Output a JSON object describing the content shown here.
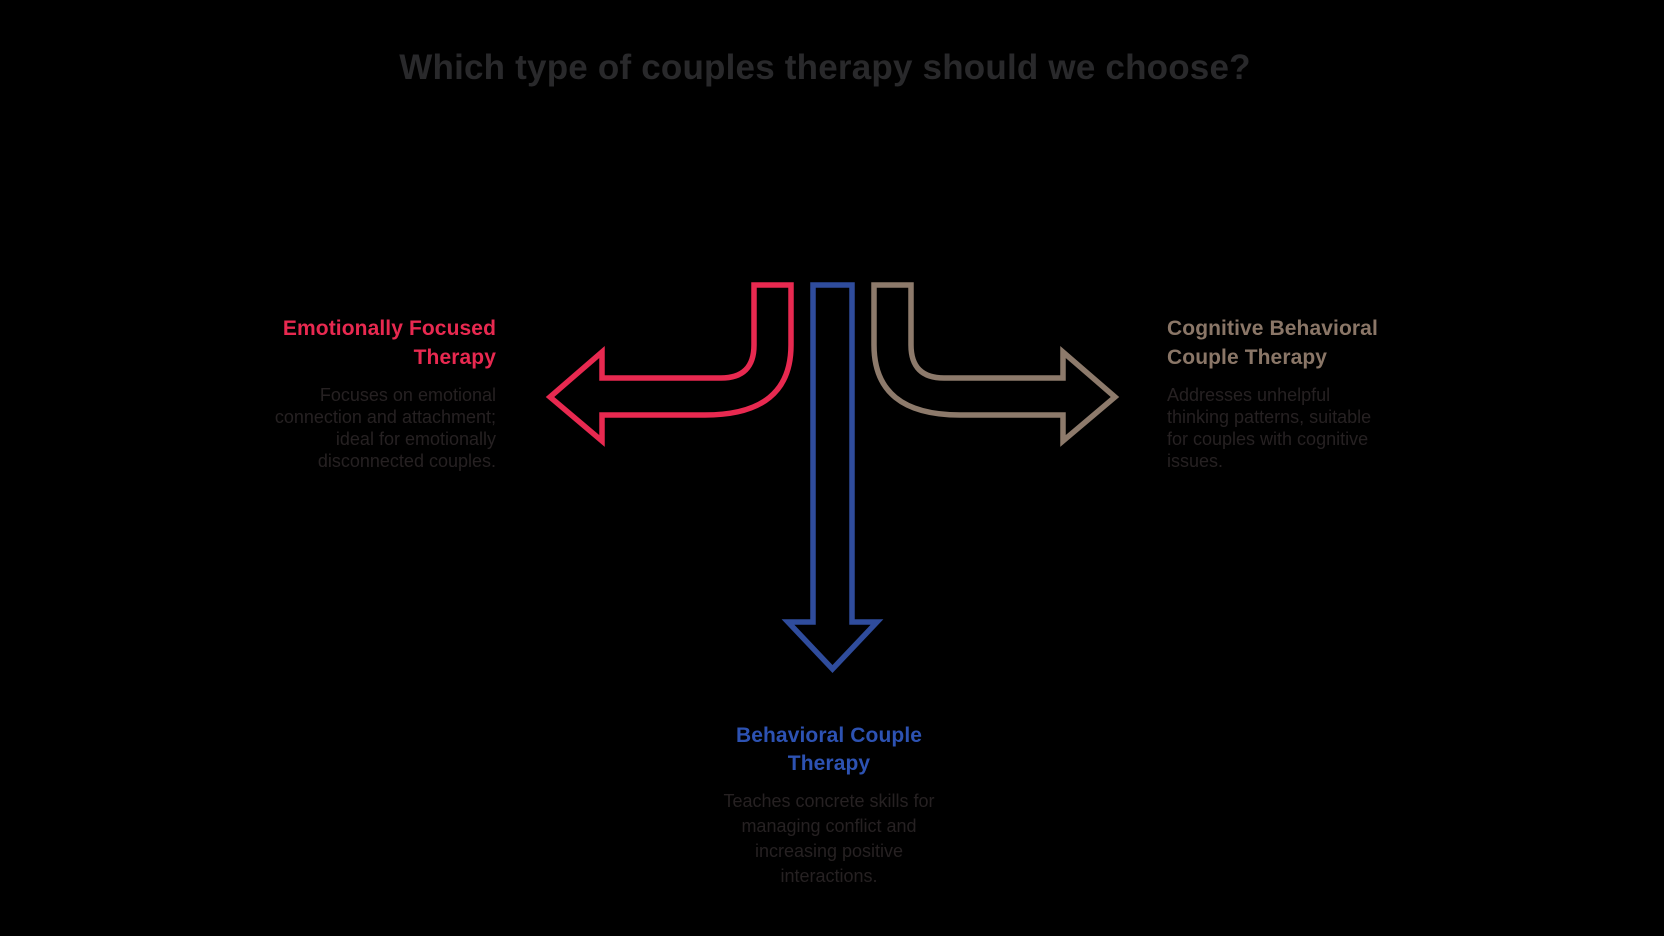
{
  "title": "Which type of couples therapy should we choose?",
  "colors": {
    "background": "#000000",
    "title_text": "#29292b",
    "body_text": "#262122",
    "red": "#e82950",
    "blue_arrow": "#2f4c9c",
    "blue_heading": "#2d52b2",
    "tan": "#8d7a6b",
    "tan_heading": "#8a7667"
  },
  "branches": {
    "left": {
      "heading": "Emotionally Focused\nTherapy",
      "description": "Focuses on emotional\nconnection and attachment;\nideal for emotionally\ndisconnected couples."
    },
    "right": {
      "heading": "Cognitive Behavioral\nCouple Therapy",
      "description": "Addresses unhelpful\nthinking patterns, suitable\nfor couples with cognitive\nissues."
    },
    "bottom": {
      "heading": "Behavioral Couple\nTherapy",
      "description": "Teaches concrete skills for\nmanaging conflict and\nincreasing positive\ninteractions."
    }
  },
  "arrows": {
    "left_arrow": "curved arrow pointing left",
    "bottom_arrow": "straight arrow pointing down",
    "right_arrow": "curved arrow pointing right"
  }
}
